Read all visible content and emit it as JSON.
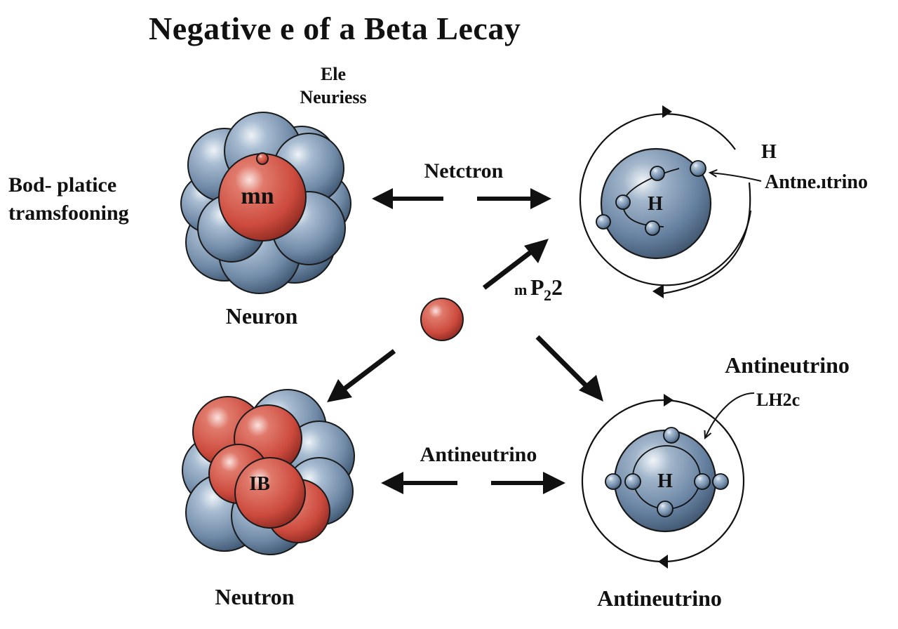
{
  "title": "Negative e of a Beta Lecay",
  "labels": {
    "top_center_line1": "Ele",
    "top_center_line2": "Neuriess",
    "left_line1": "Bod- platice",
    "left_line2": "tramsfooning",
    "nucleus_top_text": "mn",
    "nucleus_top_caption": "Neuron",
    "nucleus_bottom_text": "IB",
    "nucleus_bottom_caption": "Neutron",
    "arrow_top_label": "Netctron",
    "arrow_bottom_label": "Antineutrino",
    "diag_label_prefix": "m",
    "diag_label_main": "P",
    "diag_label_sub": "2",
    "diag_label_suffix": "2",
    "atom_top_center": "H",
    "atom_top_side_h": "H",
    "atom_top_side_label": "Antne.ıtrino",
    "atom_bottom_center": "H",
    "atom_bottom_title": "Antineutrino",
    "atom_bottom_sub": "LH2c",
    "atom_bottom_caption": "Antineutrino"
  },
  "colors": {
    "proton_red": "#d9574a",
    "neutron_blue": "#7f99b5",
    "outline": "#111111",
    "background": "#ffffff"
  }
}
